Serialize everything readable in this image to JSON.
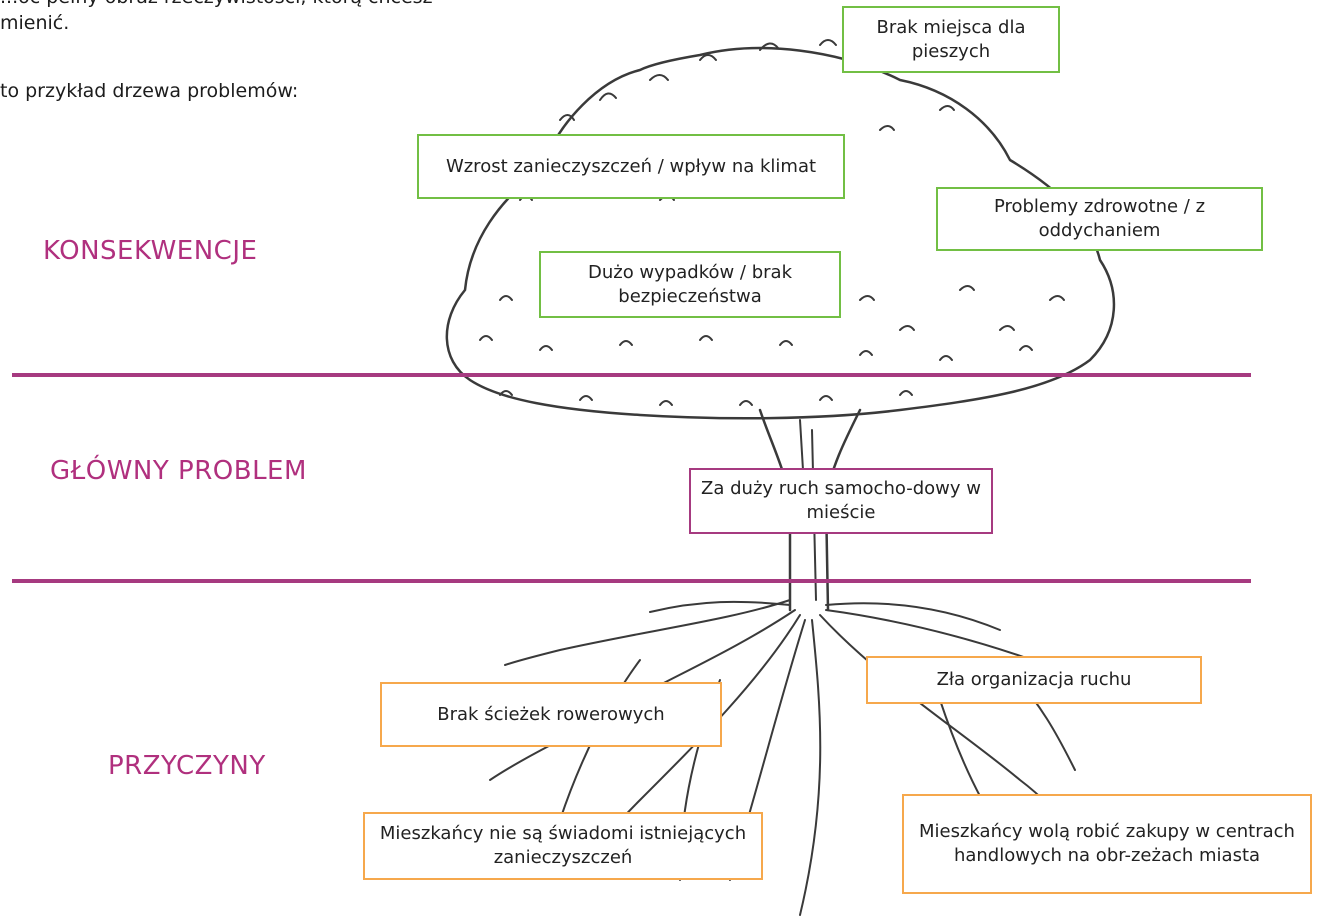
{
  "intro": {
    "line1": "...oc pełny obraz rzeczywistości, którą chcesz",
    "line2": "mienić.",
    "line3": "to przykład drzewa problemów:"
  },
  "sections": {
    "consequences": "KONSEKWENCJE",
    "main_problem": "GŁÓWNY PROBLEM",
    "causes": "PRZYCZYNY"
  },
  "colors": {
    "accent": "#a63a80",
    "consequence_border": "#72bf44",
    "problem_border": "#a63a80",
    "cause_border": "#f6a84c"
  },
  "consequences": [
    "Brak miejsca dla pieszych",
    "Wzrost zanieczyszczeń / wpływ na klimat",
    "Problemy zdrowotne / z oddychaniem",
    "Dużo wypadków / brak bezpieczeństwa"
  ],
  "main_problem": "Za duży ruch samocho-dowy w mieście",
  "causes": [
    "Zła organizacja ruchu",
    "Brak ścieżek rowerowych",
    "Mieszkańcy nie są świadomi istniejących zanieczyszczeń",
    "Mieszkańcy wolą robić zakupy w centrach handlowych na obr-zeżach miasta"
  ]
}
